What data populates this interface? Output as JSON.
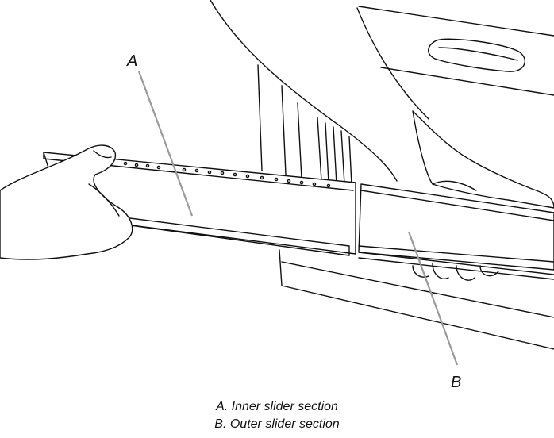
{
  "callouts": {
    "a": {
      "letter": "A"
    },
    "b": {
      "letter": "B"
    }
  },
  "captions": {
    "a": "A. Inner slider section",
    "b": "B. Outer slider section"
  },
  "colors": {
    "ink": "#111111",
    "leader": "#9a9a9a",
    "background": "#ffffff"
  }
}
